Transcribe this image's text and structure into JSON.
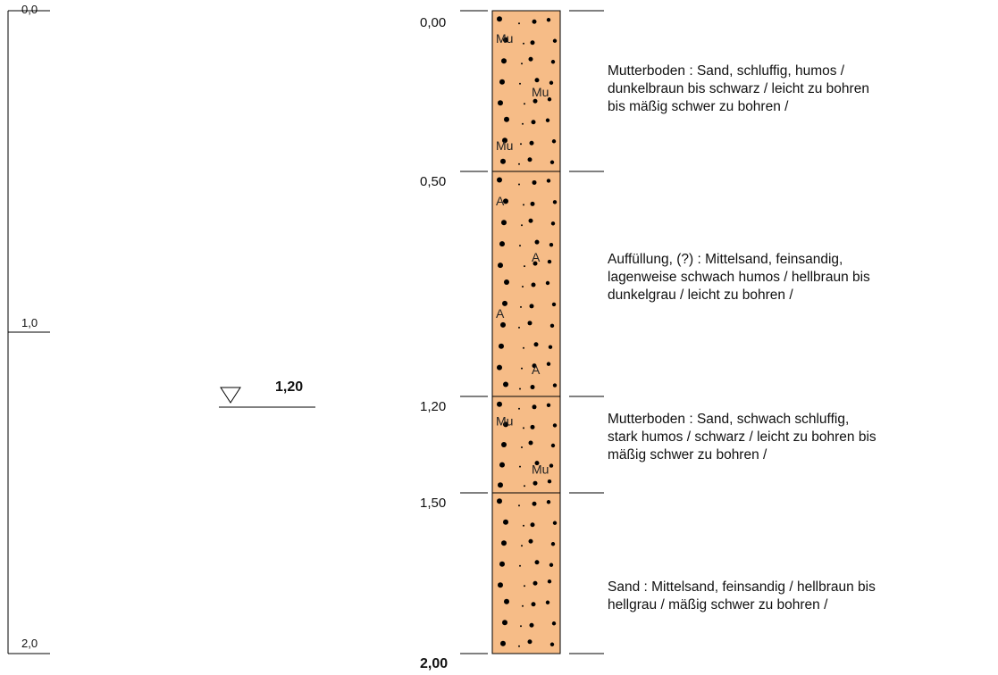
{
  "scale": {
    "labels": [
      "0,0",
      "1,0",
      "2,0"
    ]
  },
  "groundwater": {
    "value": "1,20",
    "symbol": "water-level-triangle-icon"
  },
  "layers": [
    {
      "top": "0,00",
      "bottom": "0,50",
      "top_m": 0.0,
      "bottom_m": 0.5,
      "symbol": "Mu",
      "pattern": "topsoil-sand-silt-humus",
      "description": "Mutterboden : Sand, schluffig, humos /\ndunkelbraun bis schwarz  / leicht zu bohren\nbis mäßig schwer zu bohren /"
    },
    {
      "top": "0,50",
      "bottom": "1,20",
      "top_m": 0.5,
      "bottom_m": 1.2,
      "symbol": "A",
      "pattern": "fill-medium-sand",
      "description": "Auffüllung, (?) : Mittelsand, feinsandig,\nlagenweise schwach humos / hellbraun bis\ndunkelgrau  / leicht zu bohren /"
    },
    {
      "top": "1,20",
      "bottom": "1,50",
      "top_m": 1.2,
      "bottom_m": 1.5,
      "symbol": "Mu",
      "pattern": "topsoil-sand-strong-humus",
      "description": "Mutterboden : Sand, schwach schluffig,\nstark humos / schwarz  / leicht zu bohren bis\nmäßig schwer zu bohren /"
    },
    {
      "top": "1,50",
      "bottom": "2,00",
      "top_m": 1.5,
      "bottom_m": 2.0,
      "symbol": "",
      "pattern": "medium-sand",
      "description": "Sand : Mittelsand, feinsandig / hellbraun bis\nhellgrau  / mäßig schwer zu bohren /"
    }
  ],
  "final_depth": "2,00",
  "colors": {
    "column_fill": "#f6bc87",
    "line": "#000000"
  }
}
